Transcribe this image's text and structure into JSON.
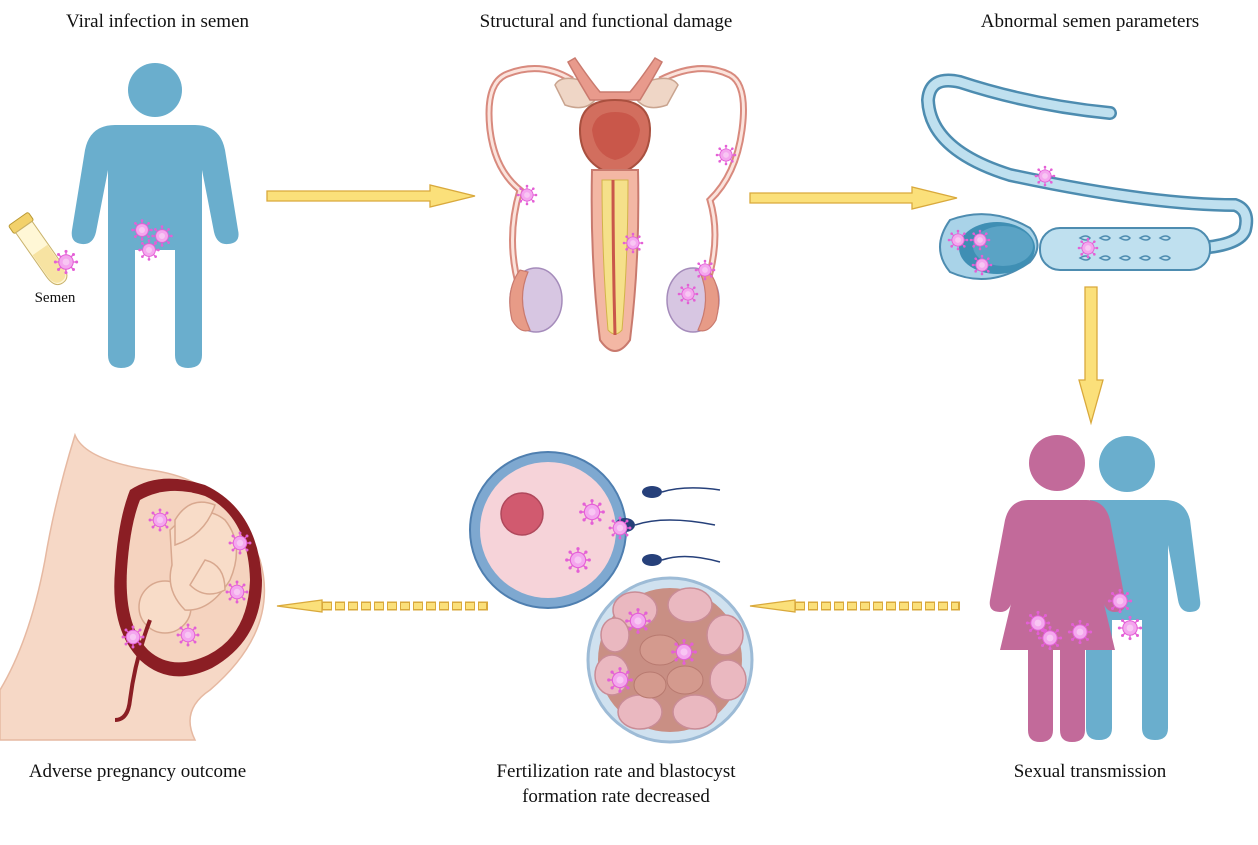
{
  "labels": {
    "viral_infection": "Viral infection in semen",
    "semen_tube": "Semen",
    "structural_damage": "Structural and functional damage",
    "abnormal_parameters": "Abnormal semen parameters",
    "sexual_transmission": "Sexual transmission",
    "fertilization_line1": "Fertilization rate and blastocyst",
    "fertilization_line2": "formation rate decreased",
    "adverse_pregnancy": "Adverse pregnancy outcome"
  },
  "colors": {
    "male_figure": "#6aaecd",
    "female_figure": "#c26a9a",
    "virus": "#f08ee8",
    "virus_core": "#e45fd6",
    "arrow_fill": "#fbe07a",
    "arrow_stroke": "#d9a93c",
    "sperm_body": "#a9d3e8",
    "sperm_outline": "#4d8cb0",
    "organ_outline": "#c97a6e",
    "skin": "#f6d8c6",
    "uterus": "#8b1e24"
  },
  "icons": {
    "virus": "virus-icon",
    "semen_tube": "semen-tube-icon",
    "male": "male-figure-icon",
    "reproductive": "male-reproductive-system-icon",
    "sperm": "sperm-cell-icon",
    "couple": "couple-icon",
    "egg": "egg-fertilization-icon",
    "blastocyst": "blastocyst-icon",
    "pregnancy": "pregnancy-fetus-icon"
  }
}
